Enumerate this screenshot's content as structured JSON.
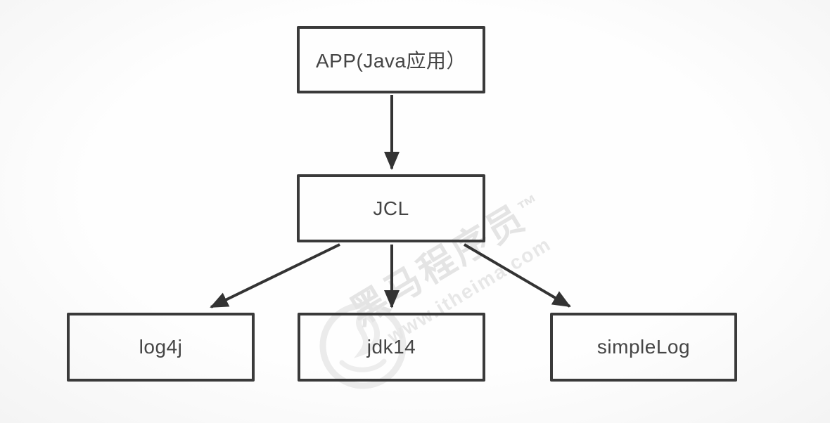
{
  "diagram": {
    "nodes": [
      {
        "id": "app",
        "label": "APP(Java应用）"
      },
      {
        "id": "jcl",
        "label": "JCL"
      },
      {
        "id": "log4j",
        "label": "log4j"
      },
      {
        "id": "jdk14",
        "label": "jdk14"
      },
      {
        "id": "simplelog",
        "label": "simpleLog"
      }
    ],
    "edges": [
      {
        "from": "app",
        "to": "jcl"
      },
      {
        "from": "jcl",
        "to": "log4j"
      },
      {
        "from": "jcl",
        "to": "jdk14"
      },
      {
        "from": "jcl",
        "to": "simplelog"
      }
    ],
    "colors": {
      "box_border": "#3a3a3a",
      "box_text": "#454545",
      "arrow": "#333333",
      "background": "#fcfcfc",
      "watermark": "#e4e4e4"
    }
  },
  "watermark": {
    "brand": "黑马程序员",
    "trademark": "™",
    "url": "www.itheima.com"
  }
}
